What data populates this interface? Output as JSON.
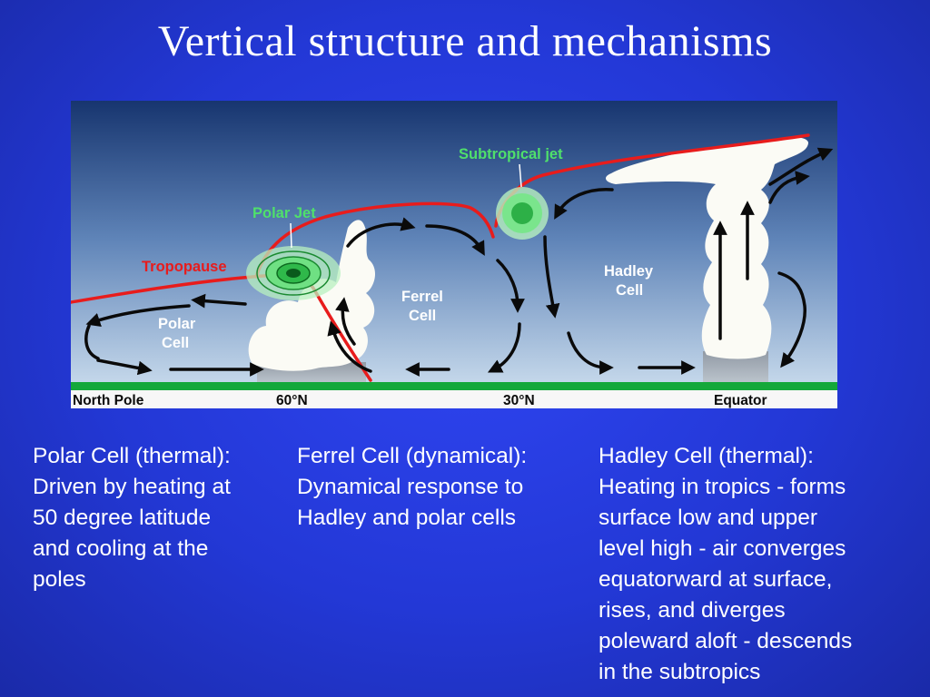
{
  "slide": {
    "title": "Vertical structure and mechanisms"
  },
  "diagram": {
    "labels": {
      "subtropical_jet": "Subtropical jet",
      "polar_jet": "Polar Jet",
      "tropopause": "Tropopause",
      "polar_cell": [
        "Polar",
        "Cell"
      ],
      "ferrel_cell": [
        "Ferrel",
        "Cell"
      ],
      "hadley_cell": [
        "Hadley",
        "Cell"
      ]
    },
    "axis": {
      "north_pole": "North Pole",
      "lat_60": "60°N",
      "lat_30": "30°N",
      "equator": "Equator"
    },
    "colors": {
      "sky_top": "#17356f",
      "sky_bottom": "#cfe2f2",
      "tropopause": "#e81c1c",
      "jet": "#3fcf52",
      "ground": "#14a83a",
      "label_white": "#ffffff",
      "label_red": "#e81c1c",
      "label_green": "#4fe06b"
    }
  },
  "descriptions": {
    "polar": [
      "Polar Cell (thermal):",
      "Driven by heating at",
      "50 degree latitude",
      "and cooling at the",
      "poles"
    ],
    "ferrel": [
      "Ferrel Cell (dynamical):",
      "Dynamical response to",
      "Hadley and polar cells"
    ],
    "hadley": [
      "Hadley Cell (thermal):",
      "Heating in tropics - forms",
      "surface low and upper",
      "level high - air converges",
      "equatorward at surface,",
      "rises, and diverges",
      "poleward aloft - descends",
      "in the subtropics"
    ]
  }
}
